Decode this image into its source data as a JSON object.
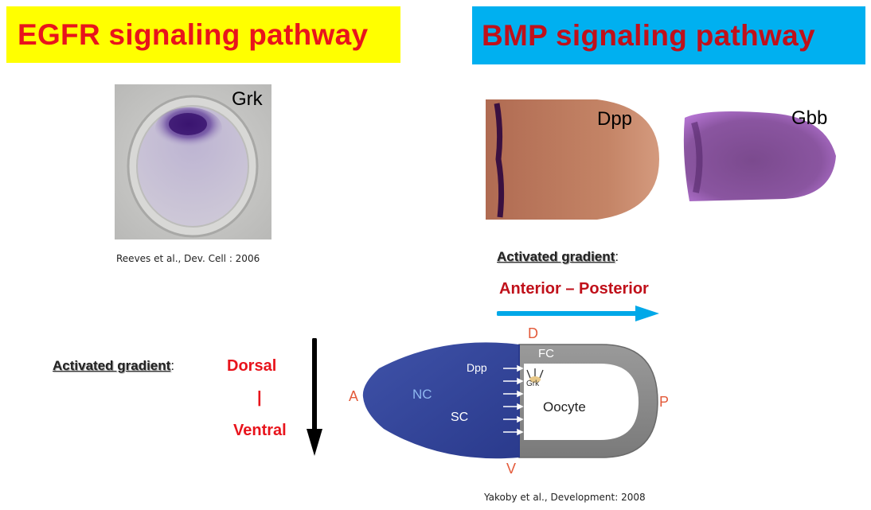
{
  "egfr": {
    "title": "EGFR  signaling pathway",
    "image_label": "Grk",
    "reference": "Reeves et al., Dev. Cell : 2006",
    "gradient_label": "Activated gradient",
    "gradient_colon": ":",
    "gradient_start": "Dorsal",
    "gradient_sep": "|",
    "gradient_end": "Ventral"
  },
  "bmp": {
    "title": "BMP signaling pathway",
    "dpp_label": "Dpp",
    "gbb_label": "Gbb",
    "gradient_label": "Activated gradient",
    "gradient_colon": ":",
    "gradient_direction": "Anterior – Posterior"
  },
  "diagram": {
    "labels": {
      "d": "D",
      "v": "V",
      "a": "A",
      "p": "P",
      "fc": "FC",
      "dpp": "Dpp",
      "grk": "Grk",
      "nc": "NC",
      "sc": "SC",
      "oocyte": "Oocyte"
    },
    "reference": "Yakoby et al., Development: 2008"
  },
  "colors": {
    "yellow_banner": "#ffff00",
    "blue_banner": "#00b0f0",
    "red": "#e8141c",
    "dark_red": "#c0101a",
    "arrow_blue": "#00a8e8",
    "stain_purple": "#5a2c8c"
  }
}
